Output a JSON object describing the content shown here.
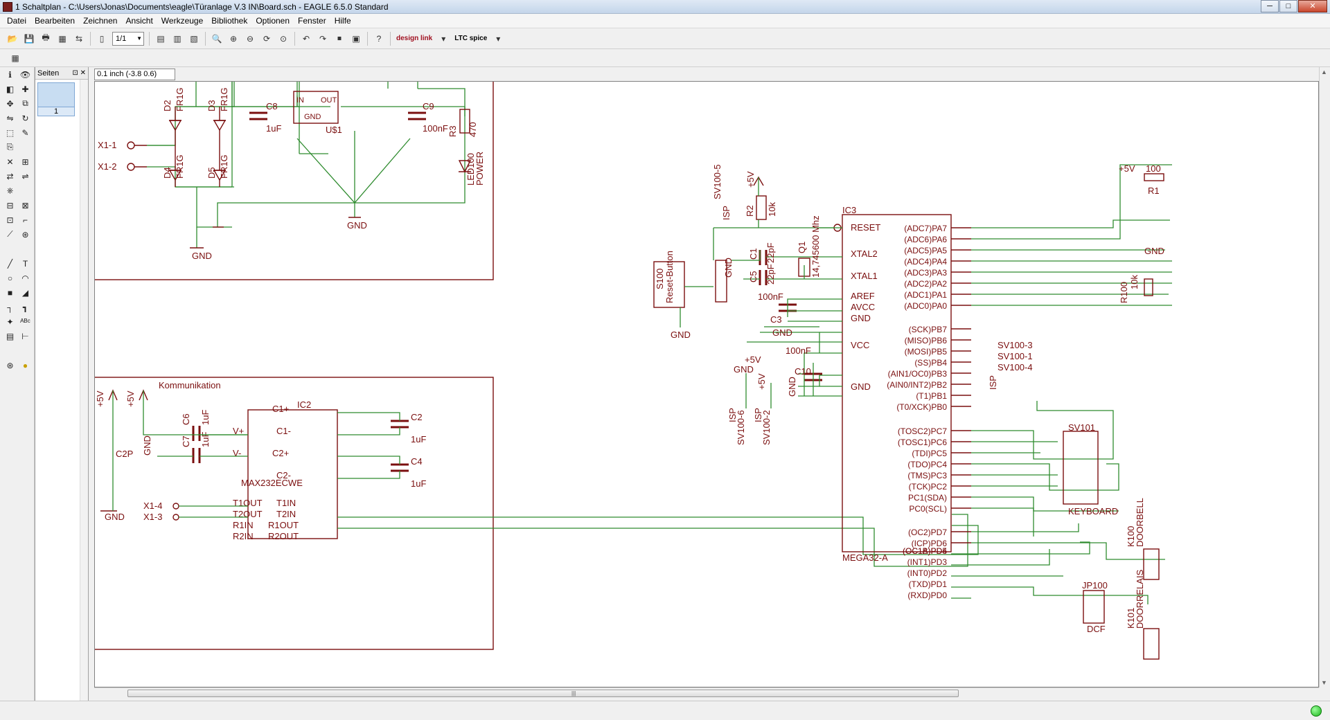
{
  "window": {
    "title": "1 Schaltplan - C:\\Users\\Jonas\\Documents\\eagle\\Türanlage V.3 IN\\Board.sch - EAGLE 6.5.0 Standard",
    "min": "─",
    "max": "□",
    "close": "✕"
  },
  "menu": [
    "Datei",
    "Bearbeiten",
    "Zeichnen",
    "Ansicht",
    "Werkzeuge",
    "Bibliothek",
    "Optionen",
    "Fenster",
    "Hilfe"
  ],
  "toolbar": {
    "sheet_select": "1/1",
    "designlink": "design link",
    "ltc": "LTC spice"
  },
  "pages_panel": {
    "title": "Seiten",
    "page_number": "1"
  },
  "coord_readout": "0.1 inch (-3.8 0.6)",
  "schematic": {
    "frames": {
      "power": "",
      "comm": "Kommunikation"
    },
    "labels": {
      "x11": "X1-1",
      "x12": "X1-2",
      "x13": "X1-3",
      "x14": "X1-4",
      "d2": "D2",
      "d3": "D3",
      "d4": "D4",
      "d5": "D5",
      "fr1g": "FR1G",
      "c8": "C8",
      "c8v": "1uF",
      "u1": "U$1",
      "u1in": "IN",
      "u1out": "OUT",
      "u1gnd": "GND",
      "c9": "C9",
      "c9v": "100nF",
      "r3": "R3",
      "r3v": "470",
      "led100": "LED100",
      "power": "POWER",
      "gnd": "GND",
      "ic2": "IC2",
      "max232": "MAX232ECWE",
      "vp": "V+",
      "vm": "V-",
      "c1p": "C1+",
      "c1m": "C1-",
      "c2p": "C2+",
      "c2m": "C2-",
      "t1out": "T1OUT",
      "t2out": "T2OUT",
      "r1in": "R1IN",
      "r2in": "R2IN",
      "t1in": "T1IN",
      "t2in": "T2IN",
      "r1out": "R1OUT",
      "r2out": "R2OUT",
      "c2": "C2",
      "c4": "C4",
      "c6": "C6",
      "c7": "C7",
      "uf": "1uF",
      "c2p_label": "C2P",
      "p5v": "+5V",
      "ic3": "IC3",
      "mega": "MEGA32-A",
      "reset": "RESET",
      "xtal2": "XTAL2",
      "xtal1": "XTAL1",
      "aref": "AREF",
      "avcc": "AVCC",
      "vcc": "VCC",
      "pa7": "(ADC7)PA7",
      "pa6": "(ADC6)PA6",
      "pa5": "(ADC5)PA5",
      "pa4": "(ADC4)PA4",
      "pa3": "(ADC3)PA3",
      "pa2": "(ADC2)PA2",
      "pa1": "(ADC1)PA1",
      "pa0": "(ADC0)PA0",
      "pb7": "(SCK)PB7",
      "pb6": "(MISO)PB6",
      "pb5": "(MOSI)PB5",
      "pb4": "(SS)PB4",
      "pb3": "(AIN1/OC0)PB3",
      "pb2": "(AIN0/INT2)PB2",
      "pb1": "(T1)PB1",
      "pb0": "(T0/XCK)PB0",
      "pc7": "(TOSC2)PC7",
      "pc6": "(TOSC1)PC6",
      "pc5": "(TDI)PC5",
      "pc4": "(TDO)PC4",
      "pc3": "(TMS)PC3",
      "pc2": "(TCK)PC2",
      "pc1": "PC1(SDA)",
      "pc0": "PC0(SCL)",
      "pd7": "(OC2)PD7",
      "pd6": "(ICP)PD6",
      "pd5": "(OC1A)PD5",
      "pd4": "(OC1B)PD4",
      "pd3": "(INT1)PD3",
      "pd2": "(INT0)PD2",
      "pd1": "(TXD)PD1",
      "pd0": "(RXD)PD0",
      "sv1003": "SV100-3",
      "sv1001": "SV100-1",
      "sv1004": "SV100-4",
      "sv1005": "SV100-5",
      "sv1006": "SV100-6",
      "sv1002": "SV100-2",
      "isp": "ISP",
      "r2": "R2",
      "r2v": "10k",
      "c1": "C1",
      "c5": "C5",
      "c1v": "22pF",
      "c5v": "22pF",
      "q1": "Q1",
      "q1v": "14,745600 Mhz",
      "c3": "C3",
      "c3v": "100nF",
      "c10": "C10",
      "c10v": "100nF",
      "s100": "S100",
      "resetbtn": "Reset-Button",
      "r1": "R1",
      "r1v": "100",
      "r100": "R100",
      "r100v": "10k",
      "sv101": "SV101",
      "keyboard": "KEYBOARD",
      "jp100": "JP100",
      "dcf": "DCF",
      "k100": "K100",
      "k101": "K101",
      "doorbell": "DOORBELL",
      "doorrelais": "DOORRELAIS"
    }
  }
}
